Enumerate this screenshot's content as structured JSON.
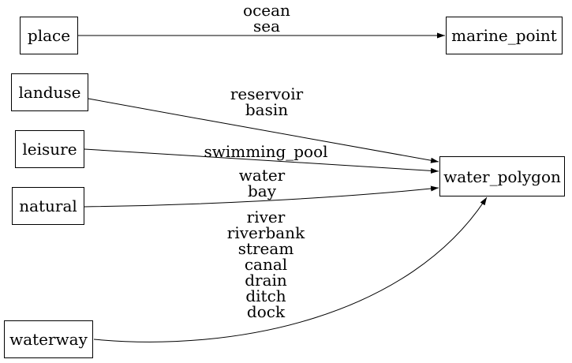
{
  "diagram": {
    "background_color": "#ffffff",
    "line_color": "#000000",
    "text_color": "#000000",
    "nodes": [
      {
        "id": "place",
        "label": "place"
      },
      {
        "id": "landuse",
        "label": "landuse"
      },
      {
        "id": "leisure",
        "label": "leisure"
      },
      {
        "id": "natural",
        "label": "natural"
      },
      {
        "id": "waterway",
        "label": "waterway"
      },
      {
        "id": "marine_point",
        "label": "marine_point"
      },
      {
        "id": "water_polygon",
        "label": "water_polygon"
      }
    ],
    "edges": [
      {
        "from": "place",
        "to": "marine_point",
        "labels": [
          "ocean",
          "sea"
        ]
      },
      {
        "from": "landuse",
        "to": "water_polygon",
        "labels": [
          "reservoir",
          "basin"
        ]
      },
      {
        "from": "leisure",
        "to": "water_polygon",
        "labels": [
          "swimming_pool"
        ]
      },
      {
        "from": "natural",
        "to": "water_polygon",
        "labels": [
          "water",
          "bay"
        ]
      },
      {
        "from": "waterway",
        "to": "water_polygon",
        "labels": [
          "river",
          "riverbank",
          "stream",
          "canal",
          "drain",
          "ditch",
          "dock"
        ]
      }
    ]
  }
}
